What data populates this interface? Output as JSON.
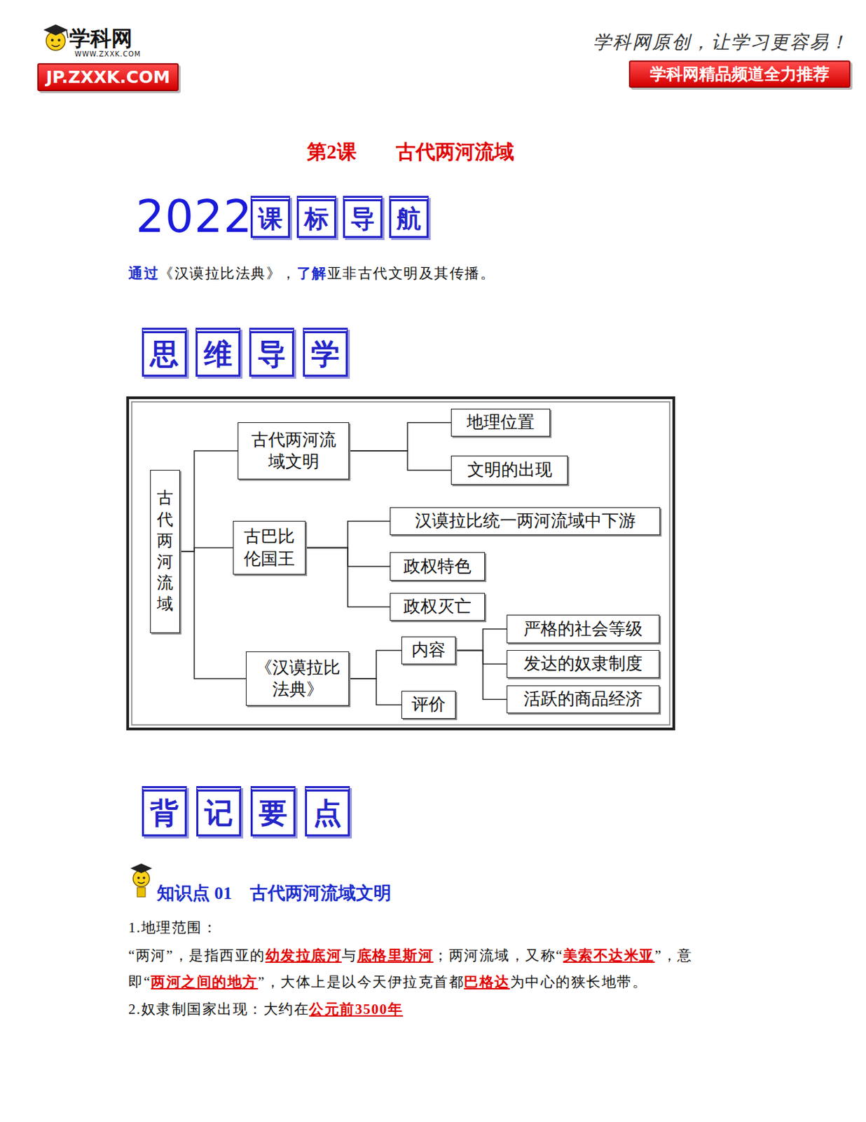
{
  "diagram": {
    "title": "第2课　　古代两河流域",
    "nodes": [
      {
        "text": [
          "古代两河流域"
        ]
      },
      {
        "text": [
          "古代两河流域文明"
        ]
      },
      {
        "text": [
          "地理位置"
        ]
      },
      {
        "text": [
          "文明的出现"
        ]
      },
      {
        "text": [
          "古巴比伦国王"
        ]
      },
      {
        "text": [
          "汉谟拉比统一两河流域中下游"
        ]
      },
      {
        "text": [
          "政权特色"
        ]
      },
      {
        "text": [
          "政权灭亡"
        ]
      },
      {
        "text": [
          "《汉谟拉比法典》"
        ]
      },
      {
        "text": [
          "内容"
        ]
      },
      {
        "text": [
          "评价"
        ]
      },
      {
        "text": [
          "严格的社会等级"
        ]
      },
      {
        "text": [
          "发达的奴隶制度"
        ]
      },
      {
        "text": [
          "活跃的商品经济"
        ]
      }
    ],
    "edges": [
      {
        "from": 0,
        "to": 1,
        "arrow": "none"
      },
      {
        "from": 0,
        "to": 4,
        "arrow": "none"
      },
      {
        "from": 0,
        "to": 8,
        "arrow": "none"
      },
      {
        "from": 1,
        "to": 2,
        "arrow": "none"
      },
      {
        "from": 1,
        "to": 3,
        "arrow": "none"
      },
      {
        "from": 4,
        "to": 5,
        "arrow": "none"
      },
      {
        "from": 4,
        "to": 6,
        "arrow": "none"
      },
      {
        "from": 4,
        "to": 7,
        "arrow": "none"
      },
      {
        "from": 8,
        "to": 9,
        "arrow": "none"
      },
      {
        "from": 8,
        "to": 10,
        "arrow": "none"
      },
      {
        "from": 9,
        "to": 11,
        "arrow": "none"
      },
      {
        "from": 9,
        "to": 12,
        "arrow": "none"
      },
      {
        "from": 9,
        "to": 13,
        "arrow": "none"
      }
    ],
    "labels": [
      "学科网",
      "WWW.ZXXK.COM",
      "JP.ZXXK.COM",
      "学科网原创，让学习更容易！",
      "学科网精品频道全力推荐",
      "2022",
      "课",
      "标",
      "导",
      "航",
      "通过",
      "《汉谟拉比法典》，",
      "了解",
      "亚非古代文明及其传播。",
      "思",
      "维",
      "导",
      "学",
      "背",
      "记",
      "要",
      "点",
      "知识点 01　古代两河流域文明",
      "1.地理范围：",
      "“两河”，是指西亚的",
      "幼发拉底河",
      "与",
      "底格里斯河",
      "；两河流域，又称“",
      "美索不达米亚",
      "”，意",
      "即“",
      "两河之间的地方",
      "”，大体上是以今天伊拉克首都",
      "巴格达",
      "为中心的狭长地带。",
      "2.奴隶制国家出现：大约在",
      "公元前3500年"
    ]
  }
}
